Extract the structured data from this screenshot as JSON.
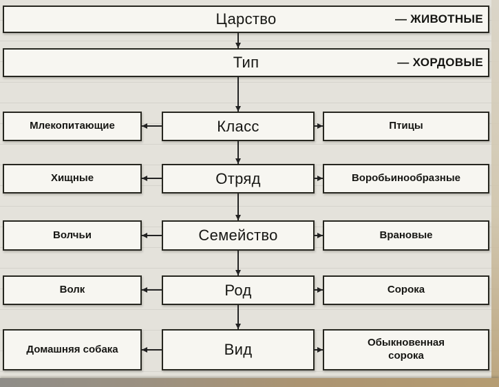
{
  "diagram": {
    "levels": [
      {
        "rank": "Царство",
        "taxon": "— ЖИВОТНЫЕ"
      },
      {
        "rank": "Тип",
        "taxon": "— ХОРДОВЫЕ"
      },
      {
        "rank": "Класс",
        "left": "Млекопитающие",
        "right": "Птицы"
      },
      {
        "rank": "Отряд",
        "left": "Хищные",
        "right": "Воробьинообразные"
      },
      {
        "rank": "Семейство",
        "left": "Волчьи",
        "right": "Врановые"
      },
      {
        "rank": "Род",
        "left": "Волк",
        "right": "Сорока"
      },
      {
        "rank": "Вид",
        "left": "Домашняя собака",
        "right": "Обыкновенная сорока"
      }
    ],
    "colors": {
      "paper": "#e4e2db",
      "box_fill": "#f7f6f1",
      "box_border": "#26261f",
      "text": "#161613",
      "page_edge": "#b49a6e"
    }
  }
}
